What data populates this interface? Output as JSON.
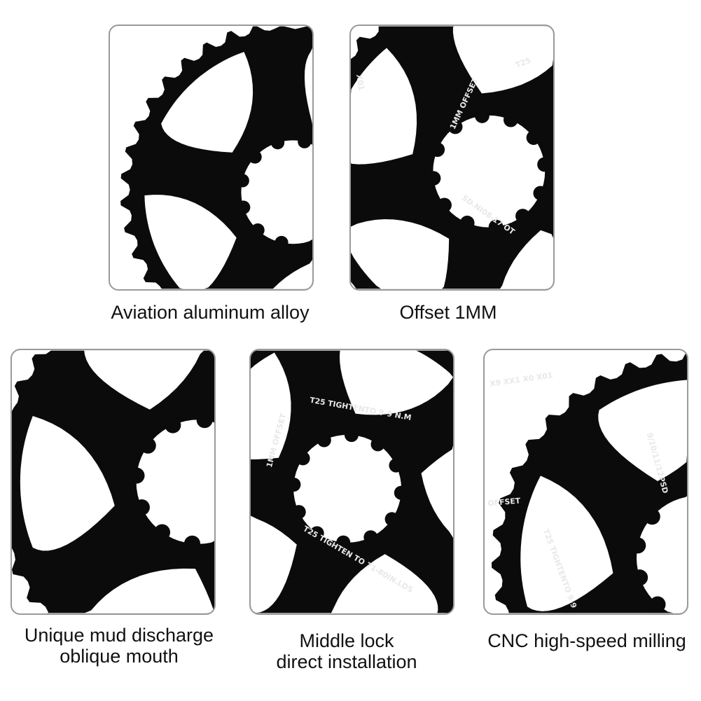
{
  "panels": [
    {
      "caption": [
        "Aviation aluminum alloy"
      ],
      "engravings": []
    },
    {
      "caption": [
        "Offset 1MM"
      ],
      "engravings": [
        "T25",
        "1MM OFFSET",
        "SD.NI08-17 OT",
        "X01"
      ]
    },
    {
      "caption": [
        "Unique mud discharge",
        "oblique mouth"
      ],
      "engravings": []
    },
    {
      "caption": [
        "Middle lock",
        "direct installation"
      ],
      "engravings": [
        "T25 TIGHTENTO 9-9 N.M",
        "1MM OFFSET",
        "T25 TIGHTEN TO 71-80IN.LDS"
      ]
    },
    {
      "caption": [
        "CNC high-speed milling"
      ],
      "engravings": [
        "X9 XX1 X0 X01",
        "9/10/11/12PSD",
        "OFFSET",
        "T25 TIGHTENTO 9-9"
      ]
    }
  ],
  "colors": {
    "metal": "#0b0b0b",
    "border": "#9a9a9a",
    "engraving": "#e8e8e8"
  }
}
